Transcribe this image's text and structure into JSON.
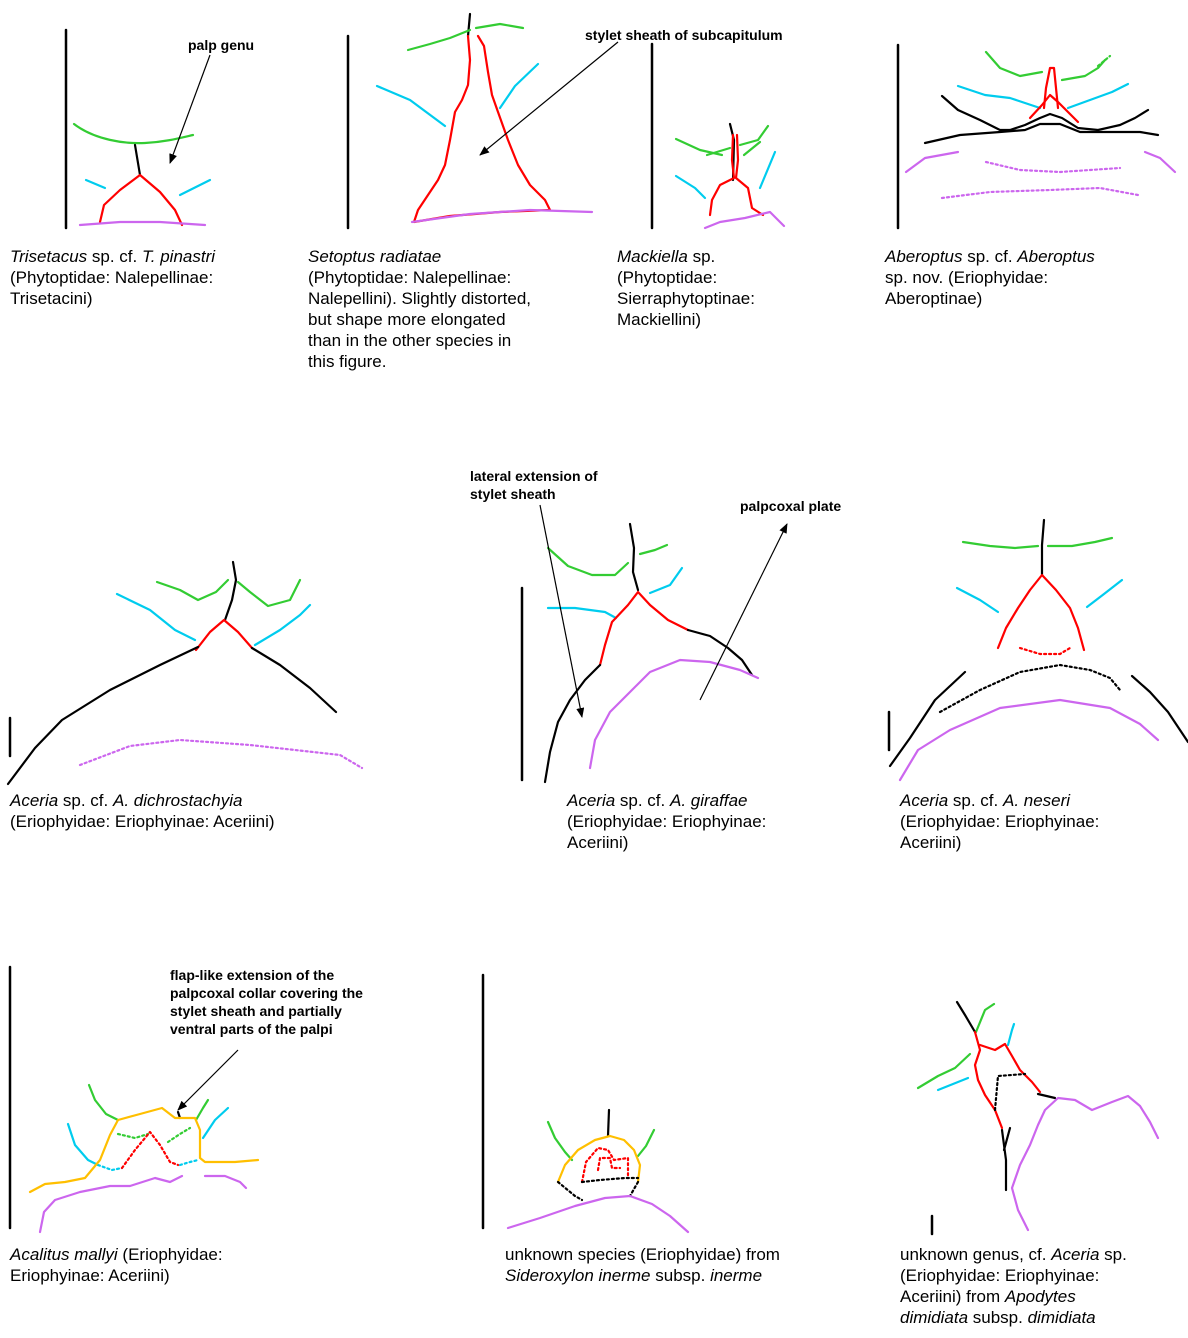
{
  "colors": {
    "palp_genu": "#33cc33",
    "palp_second": "#00ccee",
    "stylet_sheath": "#ff0000",
    "outline": "#000000",
    "palpcoxal_plate": "#cc66ee",
    "collar_flap": "#ffbf00"
  },
  "annotations": {
    "palp_genu": "palp genu",
    "stylet_sheath": "stylet sheath of subcapitulum",
    "lateral_extension_1": "lateral extension of",
    "lateral_extension_2": "stylet sheath",
    "palpcoxal_plate": "palpcoxal plate",
    "flap_1": "flap-like extension of the",
    "flap_2": "palpcoxal collar covering the",
    "flap_3": "stylet sheath and partially",
    "flap_4": "ventral parts of the palpi"
  },
  "captions": {
    "c1": {
      "l1a": "Trisetacus",
      "l1b": " sp. cf. ",
      "l1c": "T. pinastri",
      "l2": "(Phytoptidae: Nalepellinae:",
      "l3": "Trisetacini)"
    },
    "c2": {
      "l1a": "Setoptus radiatae",
      "l2": "(Phytoptidae: Nalepellinae:",
      "l3": "Nalepellini). Slightly distorted,",
      "l4": "but shape more elongated",
      "l5": "than in the other species in",
      "l6": "this figure."
    },
    "c3": {
      "l1a": "Mackiella",
      "l1b": " sp.",
      "l2": "(Phytoptidae:",
      "l3": "Sierraphytoptinae:",
      "l4": "Mackiellini)"
    },
    "c4": {
      "l1a": "Aberoptus",
      "l1b": " sp. cf. ",
      "l1c": "Aberoptus",
      "l2": "sp. nov. (Eriophyidae:",
      "l3": "Aberoptinae)"
    },
    "c5": {
      "l1a": "Aceria",
      "l1b": " sp. cf. ",
      "l1c": "A. dichrostachyia",
      "l2": "(Eriophyidae: Eriophyinae: Aceriini)"
    },
    "c6": {
      "l1a": "Aceria",
      "l1b": " sp. cf. ",
      "l1c": "A. giraffae",
      "l2": "(Eriophyidae: Eriophyinae:",
      "l3": "Aceriini)"
    },
    "c7": {
      "l1a": "Aceria",
      "l1b": " sp. cf. ",
      "l1c": "A. neseri",
      "l2": "(Eriophyidae: Eriophyinae:",
      "l3": "Aceriini)"
    },
    "c8": {
      "l1a": "Acalitus mallyi",
      "l1b": " (Eriophyidae:",
      "l2": "Eriophyinae: Aceriini)"
    },
    "c9": {
      "l1": "unknown species (Eriophyidae) from",
      "l2a": "Sideroxylon inerme",
      "l2b": " subsp. ",
      "l2c": "inerme"
    },
    "c10": {
      "l1a": "unknown genus, cf. ",
      "l1b": "Aceria",
      "l1c": " sp.",
      "l2": "(Eriophyidae: Eriophyinae:",
      "l3a": "Aceriini) from ",
      "l3b": "Apodytes",
      "l4a": "dimidiata",
      "l4b": " subsp. ",
      "l4c": "dimidiata"
    }
  }
}
